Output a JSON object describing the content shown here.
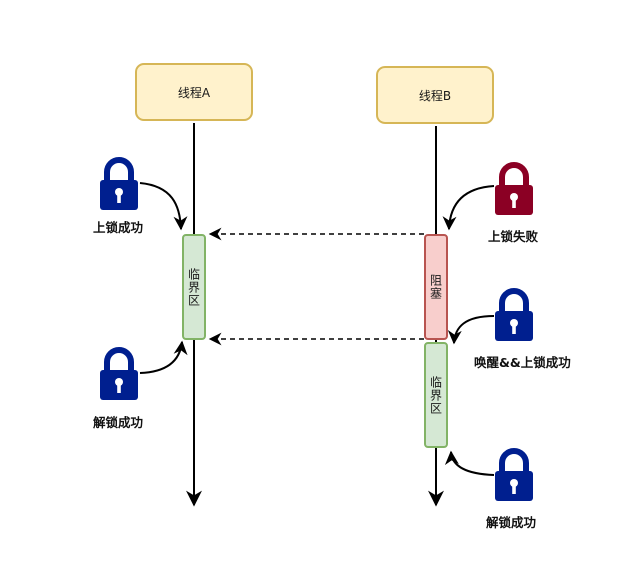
{
  "thread_a": {
    "title": "线程A",
    "critical_label": "临界区",
    "lock_success_label": "上锁成功",
    "unlock_success_label": "解锁成功"
  },
  "thread_b": {
    "title": "线程B",
    "blocked_label": "阻塞",
    "critical_label": "临界区",
    "lock_fail_label": "上锁失败",
    "wake_lock_label": "唤醒&&上锁成功",
    "unlock_success_label": "解锁成功"
  },
  "icons": {
    "lock_success": "lock-icon",
    "lock_fail": "lock-icon",
    "unlock_success": "lock-icon"
  },
  "colors": {
    "thread_fill": "#fff2cc",
    "thread_border": "#d6b656",
    "critical_fill": "#d5e8d4",
    "critical_border": "#82b366",
    "blocked_fill": "#f8cecc",
    "blocked_border": "#b85450",
    "lock_blue": "#001f8f",
    "lock_red": "#8b0024"
  }
}
